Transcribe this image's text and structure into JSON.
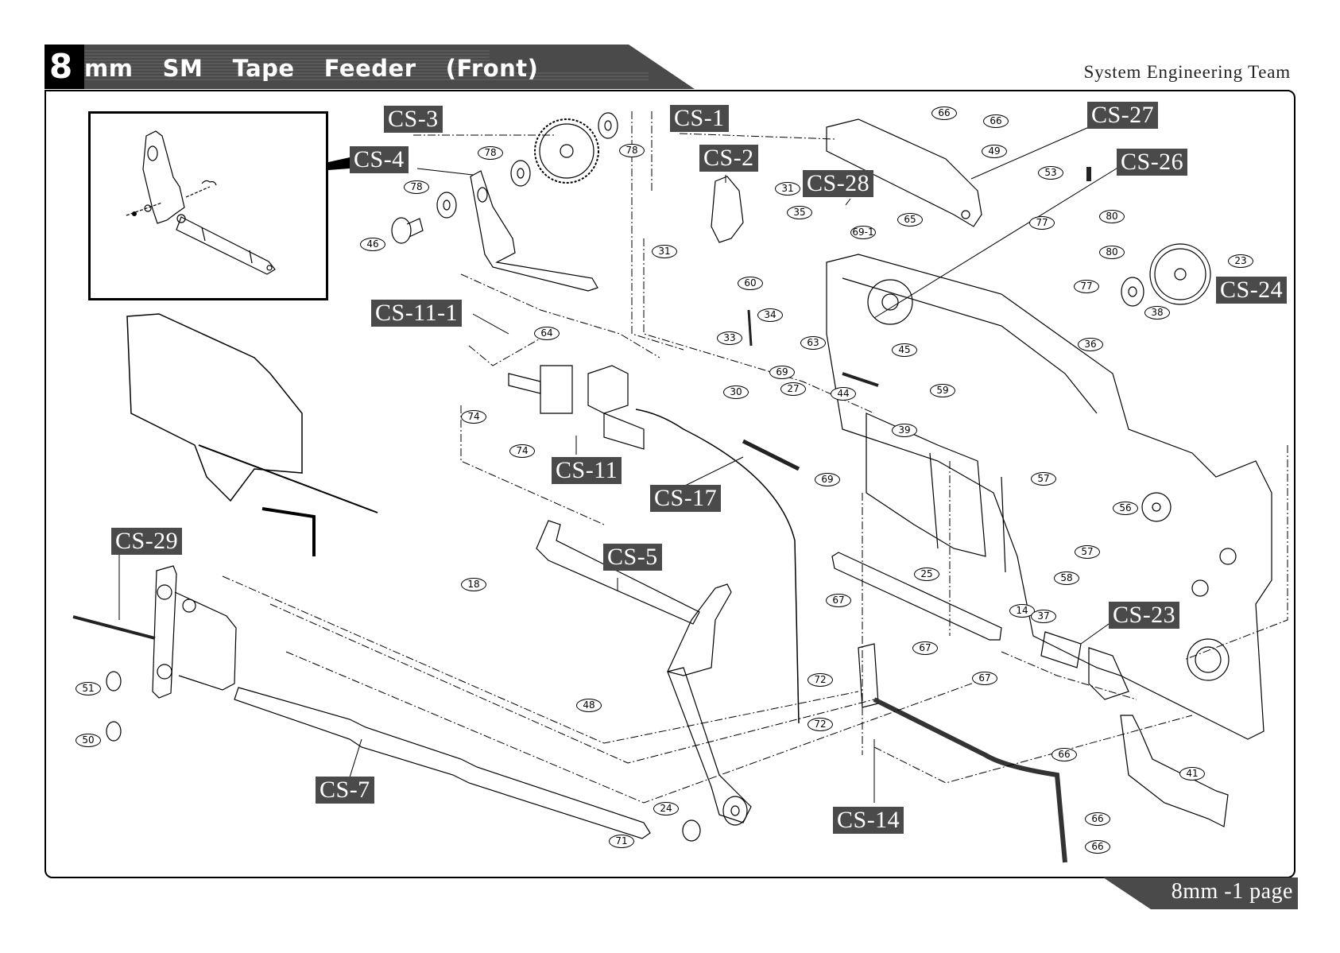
{
  "header": {
    "number": "8",
    "title": "mm  SM  Tape  Feeder  (Front)",
    "team": "System Engineering Team",
    "band_color": "#4a4a4a",
    "number_block_color": "#000000"
  },
  "footer": {
    "page_label": "8mm -1 page"
  },
  "assembly_labels": [
    {
      "id": "CS-3",
      "text": "CS-3"
    },
    {
      "id": "CS-4",
      "text": "CS-4"
    },
    {
      "id": "CS-1",
      "text": "CS-1"
    },
    {
      "id": "CS-2",
      "text": "CS-2"
    },
    {
      "id": "CS-28",
      "text": "CS-28"
    },
    {
      "id": "CS-27",
      "text": "CS-27"
    },
    {
      "id": "CS-26",
      "text": "CS-26"
    },
    {
      "id": "CS-24",
      "text": "CS-24"
    },
    {
      "id": "CS-11-1",
      "text": "CS-11-1"
    },
    {
      "id": "CS-11",
      "text": "CS-11"
    },
    {
      "id": "CS-17",
      "text": "CS-17"
    },
    {
      "id": "CS-5",
      "text": "CS-5"
    },
    {
      "id": "CS-29",
      "text": "CS-29"
    },
    {
      "id": "CS-7",
      "text": "CS-7"
    },
    {
      "id": "CS-14",
      "text": "CS-14"
    },
    {
      "id": "CS-23",
      "text": "CS-23"
    }
  ],
  "part_callouts": [
    "78",
    "78",
    "78",
    "46",
    "31",
    "31",
    "35",
    "69-1",
    "65",
    "66",
    "66",
    "49",
    "53",
    "77",
    "80",
    "80",
    "77",
    "23",
    "38",
    "60",
    "34",
    "33",
    "63",
    "69",
    "27",
    "30",
    "44",
    "45",
    "59",
    "39",
    "36",
    "57",
    "56",
    "57",
    "58",
    "69",
    "64",
    "74",
    "74",
    "18",
    "48",
    "24",
    "71",
    "51",
    "50",
    "25",
    "67",
    "67",
    "67",
    "14",
    "37",
    "72",
    "72",
    "66",
    "41",
    "66",
    "66"
  ]
}
